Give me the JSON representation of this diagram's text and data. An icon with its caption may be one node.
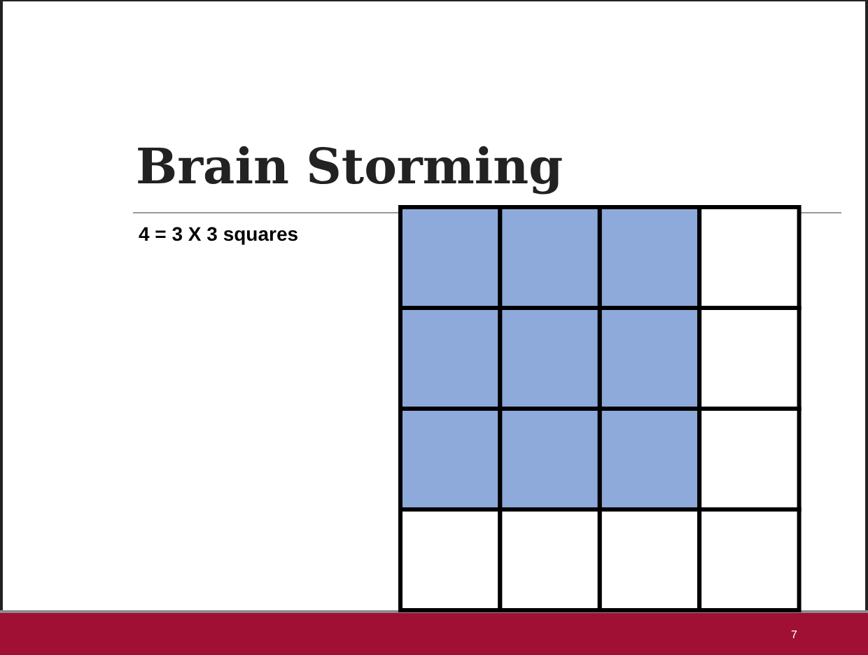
{
  "diagram": {
    "title": "Brain Storming",
    "labels": [
      "4 = 3 X 3 squares",
      "7"
    ]
  }
}
